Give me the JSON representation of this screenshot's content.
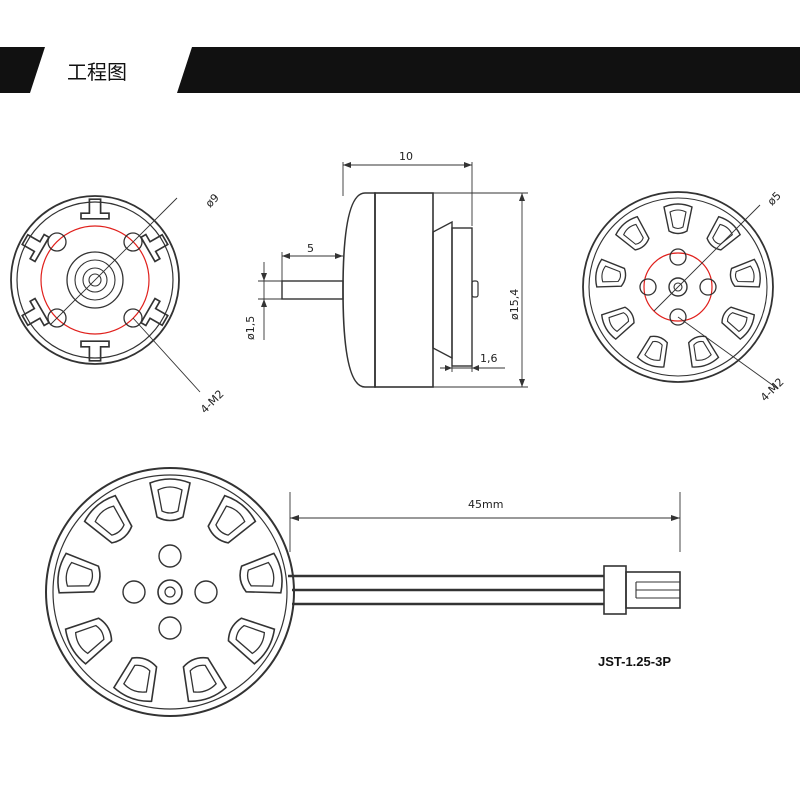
{
  "header": {
    "title": "工程图"
  },
  "dimensions": {
    "left_diameter": "ø9",
    "left_holes": "4-M2",
    "shaft_length": "5",
    "body_length": "10",
    "shaft_diameter": "ø1,5",
    "body_diameter": "ø15,4",
    "base_thickness": "1,6",
    "right_diameter": "ø5",
    "right_holes": "4-M2",
    "cable_length": "45mm"
  },
  "connector": {
    "label": "JST-1.25-3P"
  },
  "colors": {
    "line": "#333333",
    "accent_red": "#e0201c",
    "header_bar": "#111111"
  }
}
